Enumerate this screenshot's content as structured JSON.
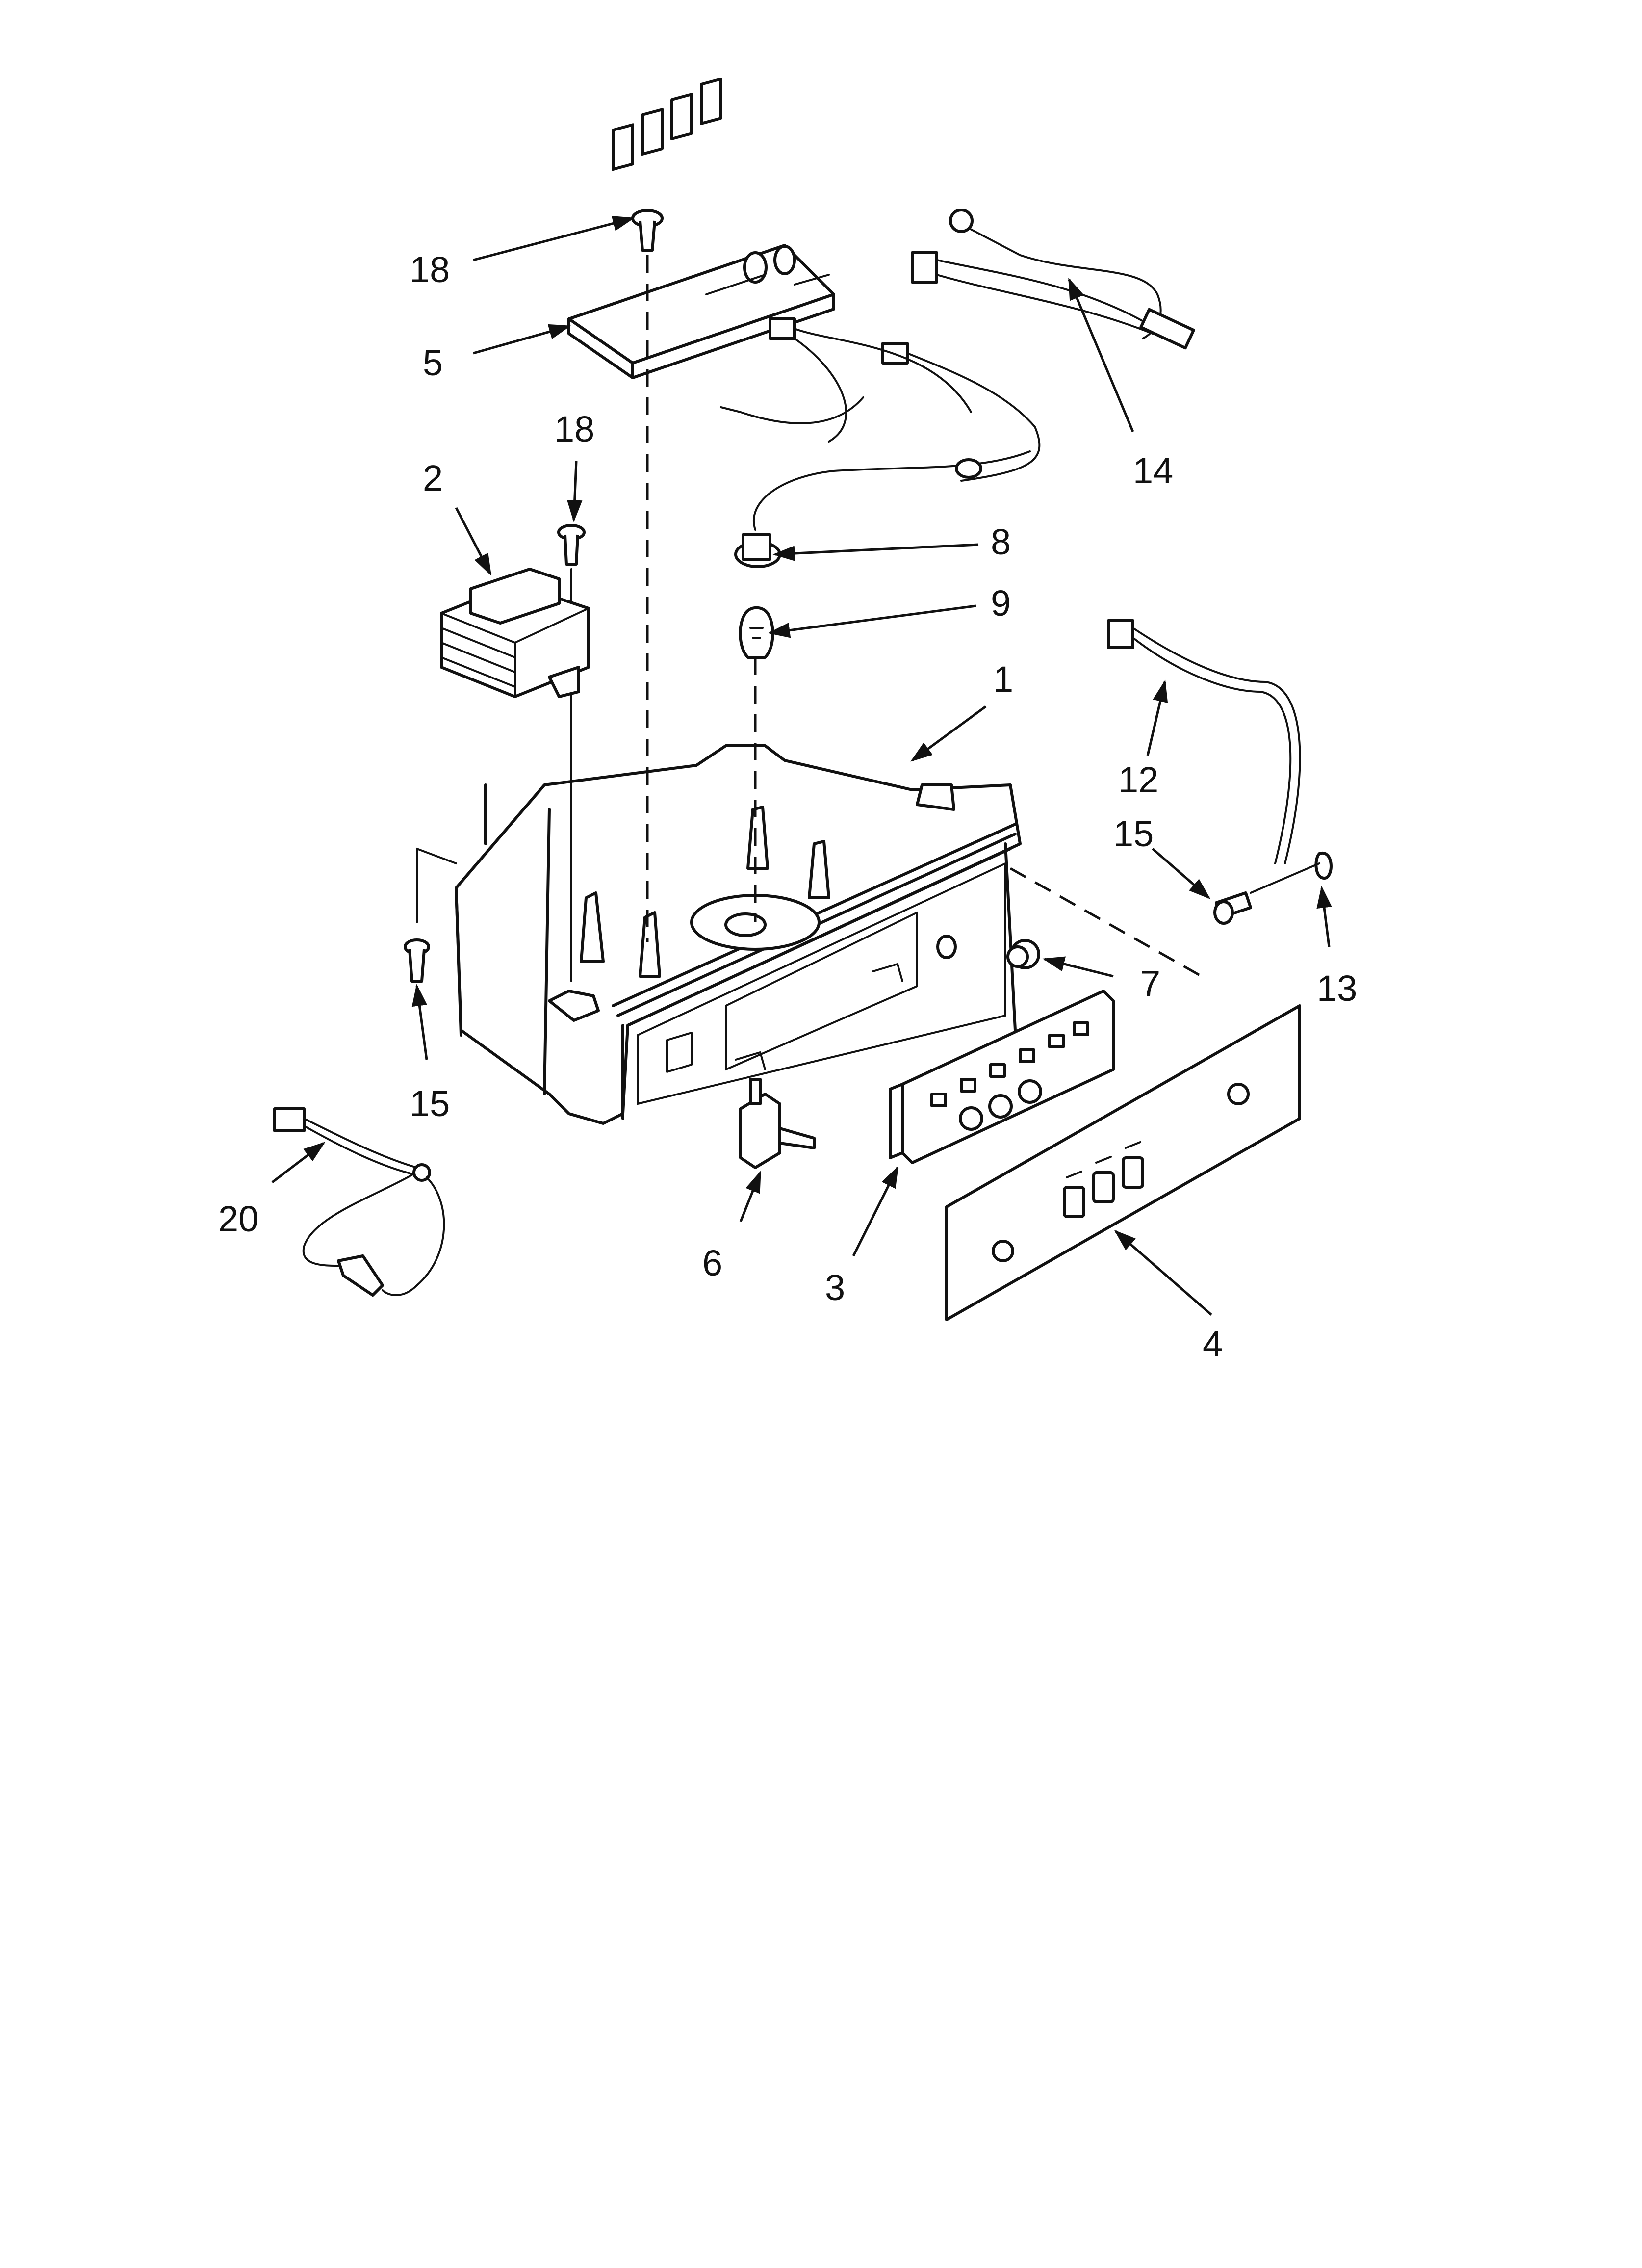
{
  "callouts": [
    {
      "id": "c18a",
      "text": "18"
    },
    {
      "id": "c5",
      "text": "5"
    },
    {
      "id": "c18b",
      "text": "18"
    },
    {
      "id": "c2",
      "text": "2"
    },
    {
      "id": "c14",
      "text": "14"
    },
    {
      "id": "c8",
      "text": "8"
    },
    {
      "id": "c9",
      "text": "9"
    },
    {
      "id": "c1",
      "text": "1"
    },
    {
      "id": "c12",
      "text": "12"
    },
    {
      "id": "c15a",
      "text": "15"
    },
    {
      "id": "c13",
      "text": "13"
    },
    {
      "id": "c7",
      "text": "7"
    },
    {
      "id": "c15b",
      "text": "15"
    },
    {
      "id": "c20",
      "text": "20"
    },
    {
      "id": "c6",
      "text": "6"
    },
    {
      "id": "c3",
      "text": "3"
    },
    {
      "id": "c4",
      "text": "4"
    }
  ]
}
